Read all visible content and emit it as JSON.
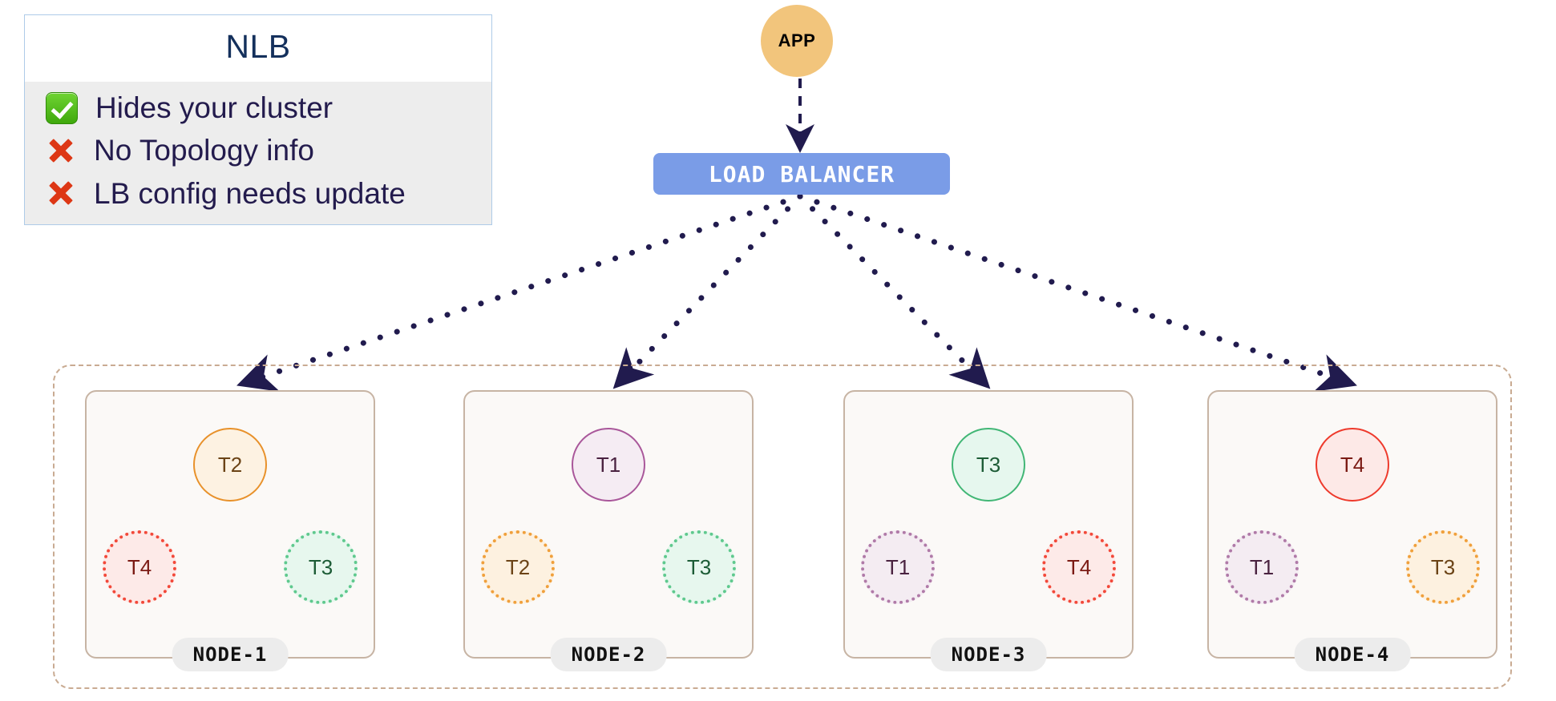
{
  "legend": {
    "title": "NLB",
    "items": [
      {
        "icon": "check-icon",
        "type": "check",
        "text": "Hides your cluster"
      },
      {
        "icon": "cross-icon",
        "type": "cross",
        "text": "No Topology info"
      },
      {
        "icon": "cross-icon",
        "type": "cross",
        "text": "LB config needs update"
      }
    ]
  },
  "app": {
    "label": "APP"
  },
  "load_balancer": {
    "label": "LOAD  BALANCER"
  },
  "cluster": {
    "nodes": [
      {
        "label": "NODE-1",
        "shards": [
          {
            "label": "T2",
            "role": "primary",
            "color": "orange"
          },
          {
            "label": "T4",
            "role": "replica",
            "color": "red"
          },
          {
            "label": "T3",
            "role": "replica",
            "color": "green"
          }
        ]
      },
      {
        "label": "NODE-2",
        "shards": [
          {
            "label": "T1",
            "role": "primary",
            "color": "purple"
          },
          {
            "label": "T2",
            "role": "replica",
            "color": "orange"
          },
          {
            "label": "T3",
            "role": "replica",
            "color": "green"
          }
        ]
      },
      {
        "label": "NODE-3",
        "shards": [
          {
            "label": "T3",
            "role": "primary",
            "color": "green"
          },
          {
            "label": "T1",
            "role": "replica",
            "color": "purple"
          },
          {
            "label": "T4",
            "role": "replica",
            "color": "red"
          }
        ]
      },
      {
        "label": "NODE-4",
        "shards": [
          {
            "label": "T4",
            "role": "primary",
            "color": "red"
          },
          {
            "label": "T1",
            "role": "replica",
            "color": "purple"
          },
          {
            "label": "T3",
            "role": "replica",
            "color": "orange"
          }
        ]
      }
    ]
  },
  "colors": {
    "app_fill": "#f2c57c",
    "lb_fill": "#7a9ce7",
    "edge": "#211b4e",
    "cluster_border": "#c9ab92",
    "node_fill": "#fbf9f7",
    "node_border": "#c7b4a4",
    "legend_border": "#aecbe8",
    "legend_body": "#ededed",
    "title_text": "#14305c",
    "item_text": "#231b4d",
    "check_green": "#4fb91a",
    "cross_red": "#dd3715"
  }
}
